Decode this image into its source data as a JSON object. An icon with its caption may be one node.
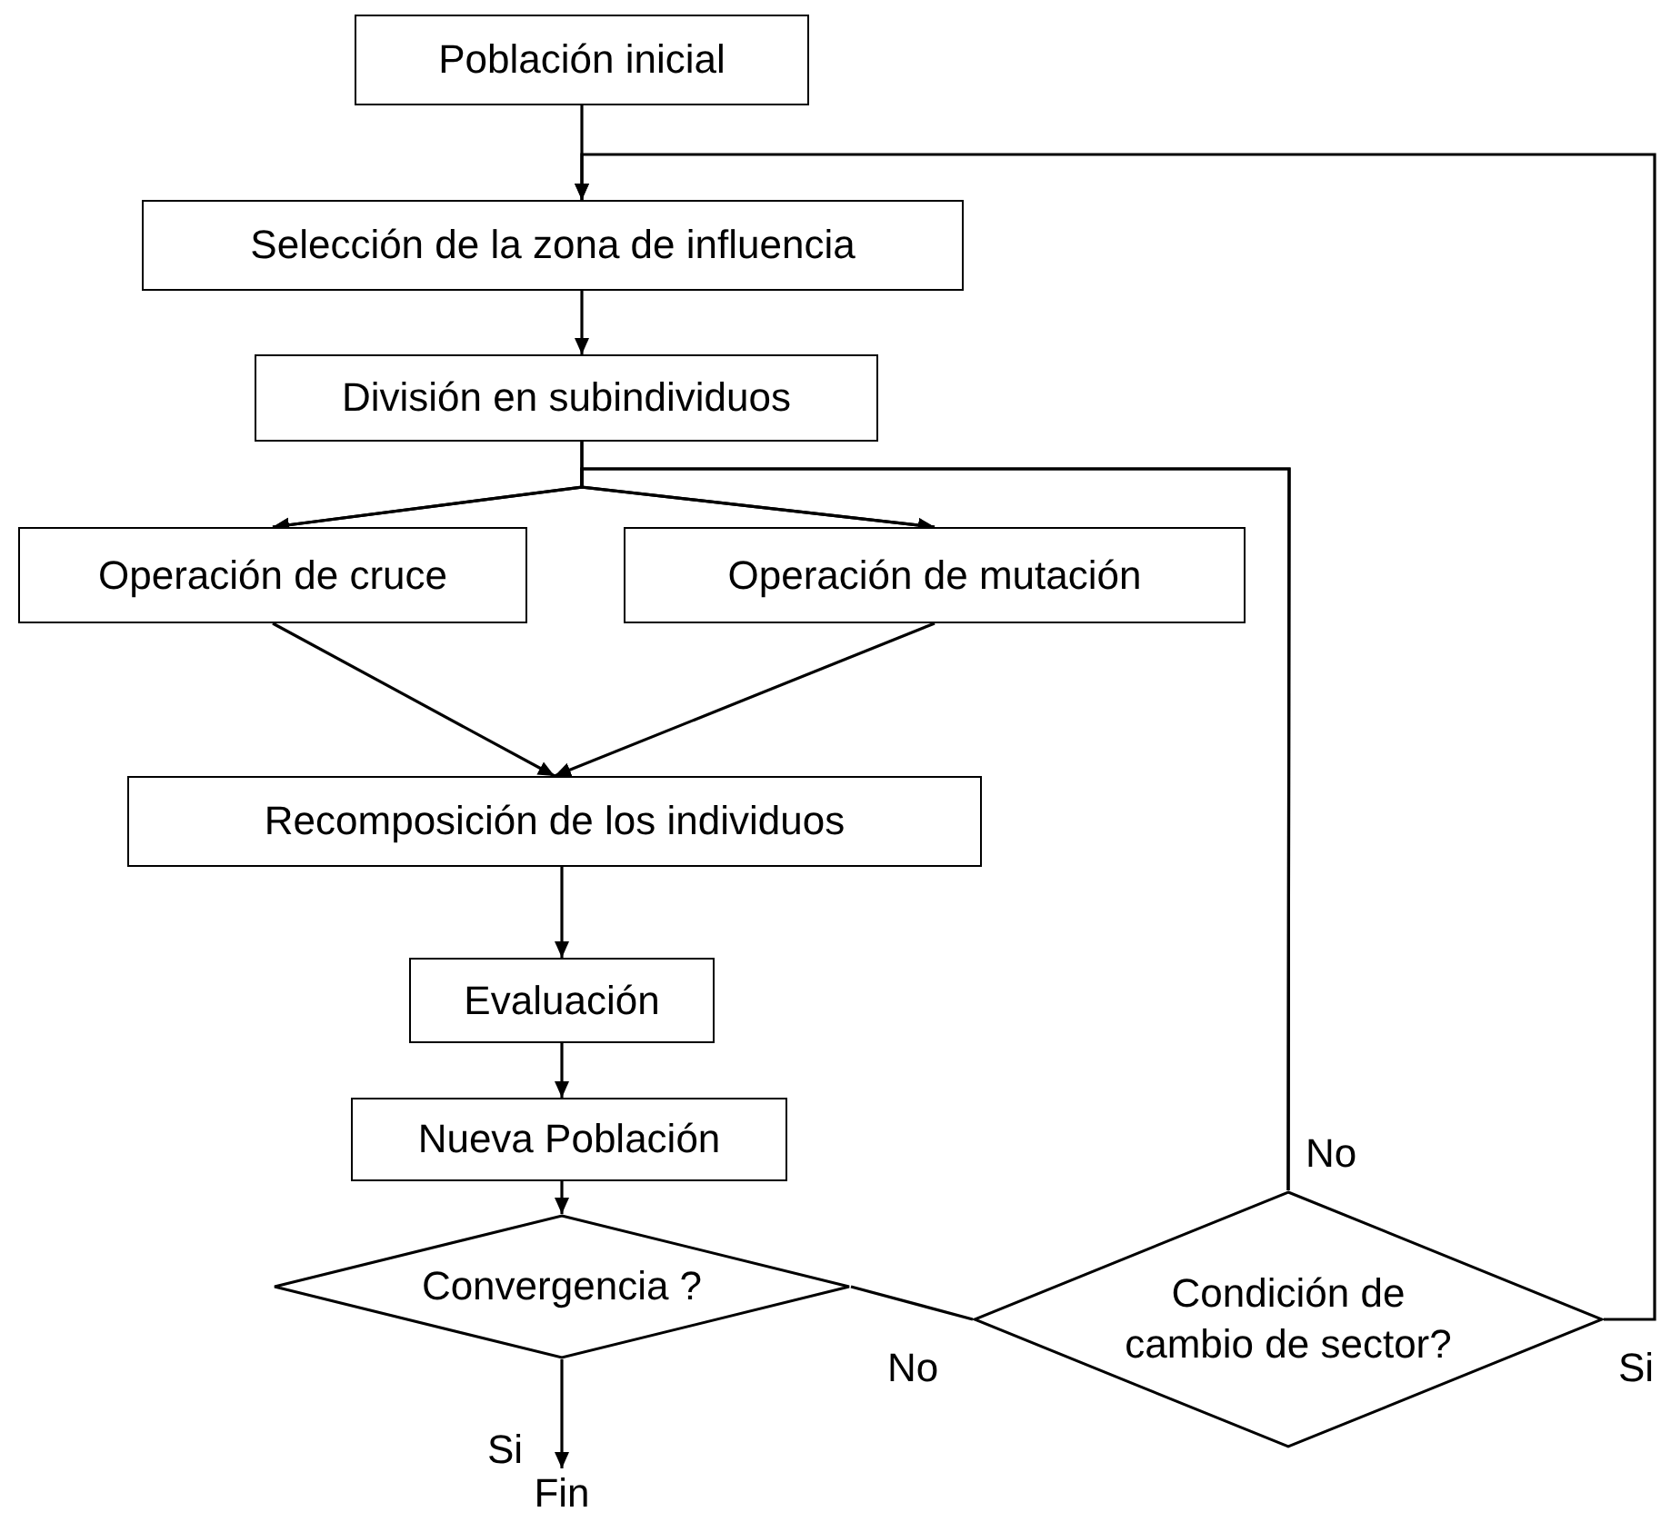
{
  "diagram": {
    "nodes": [
      {
        "text": [
          "Población inicial"
        ]
      },
      {
        "text": [
          "Selección de la zona de influencia"
        ]
      },
      {
        "text": [
          "División en subindividuos"
        ]
      },
      {
        "text": [
          "Operación de cruce"
        ]
      },
      {
        "text": [
          "Operación de mutación"
        ]
      },
      {
        "text": [
          "Recomposición de los individuos"
        ]
      },
      {
        "text": [
          "Evaluación"
        ]
      },
      {
        "text": [
          "Nueva Población"
        ]
      },
      {
        "text": [
          "Convergencia ?"
        ]
      },
      {
        "text": [
          "Condición de cambio de sector?"
        ]
      },
      {
        "text": [
          "Fin"
        ]
      }
    ],
    "edges": [
      {
        "from": 0,
        "to": 1,
        "arrow": "to"
      },
      {
        "from": 1,
        "to": 2,
        "arrow": "to"
      },
      {
        "from": 2,
        "to": 3,
        "arrow": "to"
      },
      {
        "from": 2,
        "to": 4,
        "arrow": "to"
      },
      {
        "from": 3,
        "to": 5,
        "arrow": "to"
      },
      {
        "from": 4,
        "to": 5,
        "arrow": "to"
      },
      {
        "from": 5,
        "to": 6,
        "arrow": "to"
      },
      {
        "from": 6,
        "to": 7,
        "arrow": "to"
      },
      {
        "from": 7,
        "to": 8,
        "arrow": "to"
      },
      {
        "from": 8,
        "to": 10,
        "arrow": "to",
        "label": "Si"
      },
      {
        "from": 8,
        "to": 9,
        "arrow": "none",
        "label": "No"
      },
      {
        "from": 9,
        "to": 3,
        "arrow": "to",
        "label": "No"
      },
      {
        "from": 9,
        "to": 4,
        "arrow": "to"
      },
      {
        "from": 9,
        "to": 1,
        "arrow": "to",
        "label": "Si"
      }
    ]
  }
}
